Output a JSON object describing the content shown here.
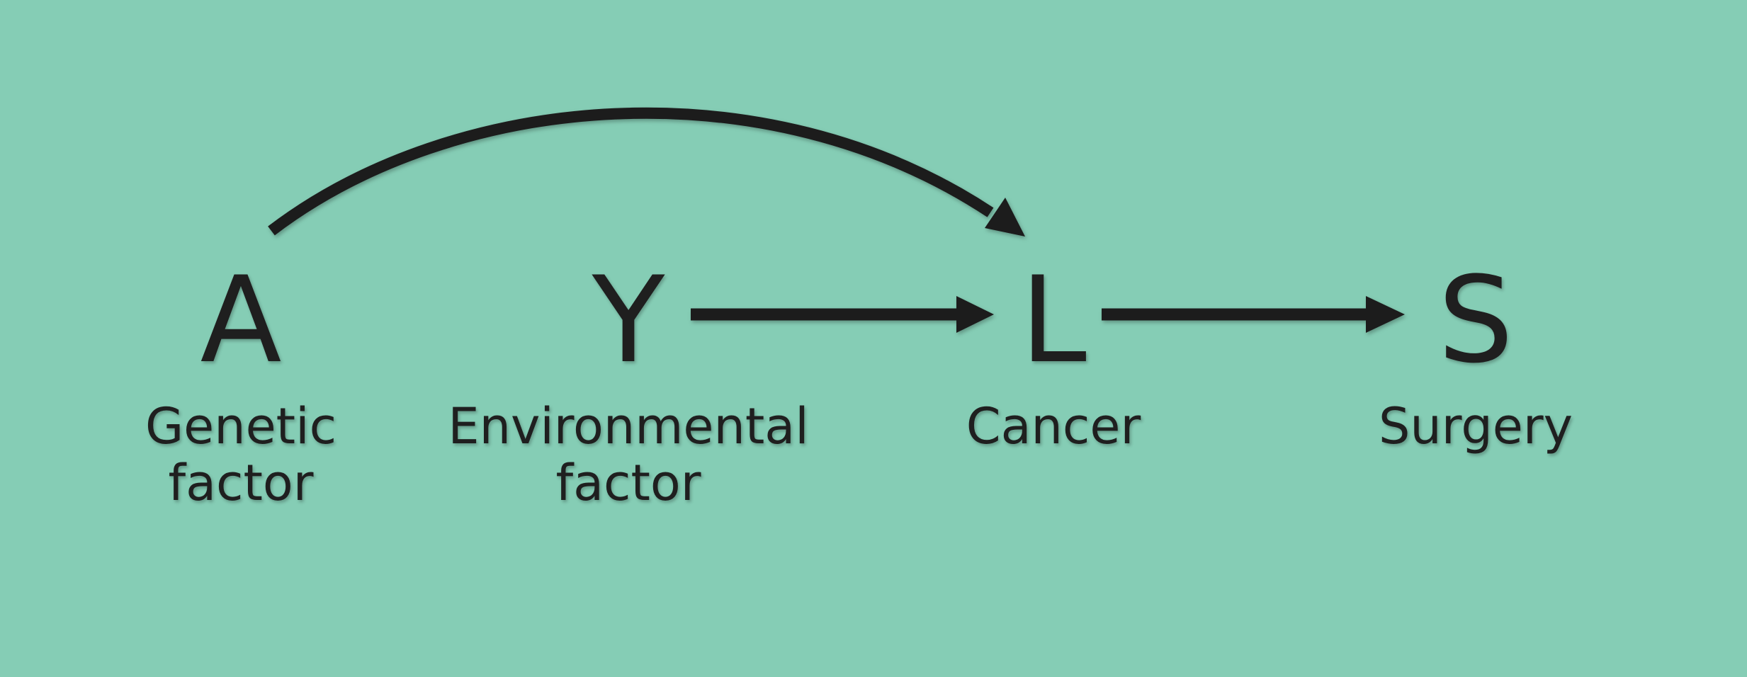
{
  "diagram": {
    "background_color": "#85cdb5",
    "ink_color": "#1f1f1f",
    "nodes": [
      {
        "id": "A",
        "letter": "A",
        "caption_lines": [
          "Genetic",
          "factor"
        ]
      },
      {
        "id": "Y",
        "letter": "Y",
        "caption_lines": [
          "Environmental",
          "factor"
        ]
      },
      {
        "id": "L",
        "letter": "L",
        "caption_lines": [
          "Cancer"
        ]
      },
      {
        "id": "S",
        "letter": "S",
        "caption_lines": [
          "Surgery"
        ]
      }
    ],
    "edges": [
      {
        "from": "A",
        "to": "L",
        "style": "curved"
      },
      {
        "from": "Y",
        "to": "L",
        "style": "straight"
      },
      {
        "from": "L",
        "to": "S",
        "style": "straight"
      }
    ]
  }
}
